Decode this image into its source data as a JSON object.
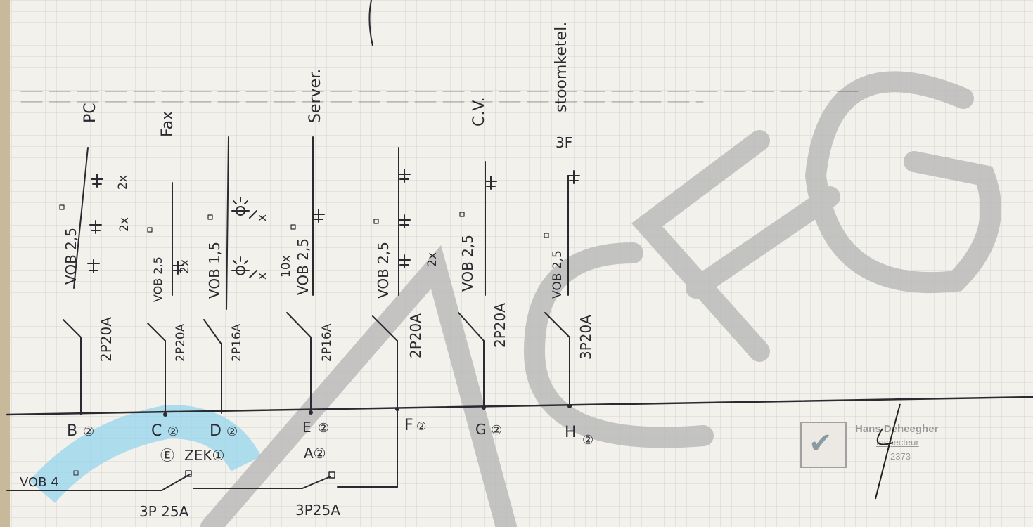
{
  "circuits": [
    {
      "letter": "B",
      "group": "②",
      "breaker": "2P20A",
      "cable": "VOB 2,5",
      "load": "PC",
      "counts": [
        "2x",
        "2x"
      ]
    },
    {
      "letter": "C",
      "group": "②",
      "breaker": "2P20A",
      "cable": "VOB 2,5",
      "load": "Fax",
      "counts": [
        "2x"
      ]
    },
    {
      "letter": "D",
      "group": "②",
      "breaker": "2P16A",
      "cable": "VOB 1,5",
      "load": "",
      "counts": [
        "x",
        "x"
      ]
    },
    {
      "letter": "E",
      "group": "②",
      "breaker": "2P16A",
      "cable": "VOB 2,5",
      "load": "Server.",
      "counts": [
        "10x"
      ]
    },
    {
      "letter": "F",
      "group": "②",
      "breaker": "2P20A",
      "cable": "VOB 2,5",
      "load": "",
      "counts": [
        "2x"
      ]
    },
    {
      "letter": "G",
      "group": "②",
      "breaker": "2P20A",
      "cable": "VOB 2,5",
      "load": "C.V.",
      "counts": []
    },
    {
      "letter": "H",
      "group": "②",
      "breaker": "3P20A",
      "cable": "VOB 2,5",
      "load": "stoomketel.",
      "counts": [
        "3F"
      ]
    }
  ],
  "bus": {
    "supply_cable": "VOB 4",
    "main_switch_1": "3P 25A",
    "main_switch_2": "3P25A",
    "zek_label": "ZEK①",
    "e_label": "Ⓔ",
    "a_label": "A②"
  },
  "stamp": {
    "name": "Hans Deheegher",
    "title": "Inspecteur",
    "number": "2373"
  },
  "watermark": "ACEG",
  "colors": {
    "ink": "#2a2a30",
    "watermark": "#b8b8b8",
    "cyan": "#8fd3ee",
    "paper": "#f3f1ec"
  }
}
